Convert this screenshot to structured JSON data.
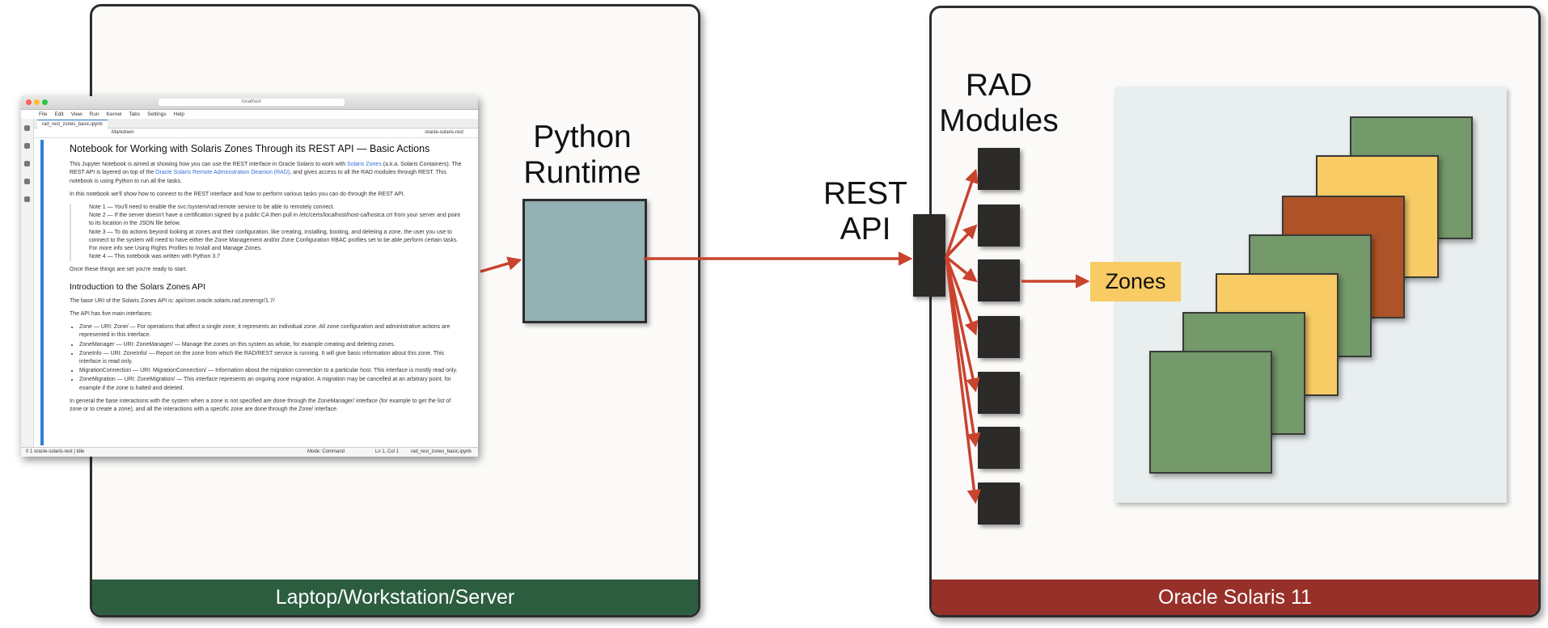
{
  "left_box": {
    "footer": "Laptop/Workstation/Server",
    "footer_color": "#2c5d3f"
  },
  "right_box": {
    "footer": "Oracle Solaris 11",
    "footer_color": "#98302a"
  },
  "python_runtime": {
    "line1": "Python",
    "line2": "Runtime"
  },
  "rest_api": {
    "line1": "REST",
    "line2": "API"
  },
  "rad_modules": {
    "line1": "RAD",
    "line2": "Modules",
    "count": 7
  },
  "zones_label": "Zones",
  "colors": {
    "arrow": "#c9432f",
    "zone_green": "#74996a",
    "zone_yellow": "#f8cb64",
    "zone_orange": "#ad5327",
    "runtime": "#94b1b3"
  },
  "zone_stack": [
    "green",
    "yellow",
    "orange",
    "green",
    "yellow",
    "green",
    "green"
  ],
  "notebook": {
    "address": "localhost",
    "menus": [
      "File",
      "Edit",
      "View",
      "Run",
      "Kernel",
      "Tabs",
      "Settings",
      "Help"
    ],
    "tab": "rad_rest_zones_basic.ipynb",
    "cell_type": "Markdown",
    "kernel": "oracle-solaris-rest",
    "title": "Notebook for Working with Solaris Zones Through its REST API — Basic Actions",
    "intro_1a": "This Jupyter Notebook is aimed at showing how you can use the REST interface in Oracle Solaris to work with ",
    "intro_1b": "Solaris Zones",
    "intro_1c": " (a.k.a. Solaris Containers). The REST API is layered on top of the ",
    "intro_1d": "Oracle Solaris Remote Administration Deamon (RAD)",
    "intro_1e": ", and gives access to all the RAD modules through REST. This notebook is using Python to run all the tasks.",
    "intro_2": "In this notebook we'll show how to connect to the REST interface and how to perform various tasks you can do through the REST API.",
    "note_1": "Note 1 — You'll need to enable the svc:/system/rad:remote service to be able to remotely connect.",
    "note_2": "Note 2 — If the server doesn't have a certification signed by a public CA then pull in /etc/certs/localhost/host-ca/hostca.crt from your server and point to its location in the JSON file below.",
    "note_3": "Note 3 — To do actions beyond looking at zones and their configuration, like creating, installing, booting, and deleting a zone, the user you use to connect to the system will need to have either the Zone Management and/or Zone Configuration RBAC profiles set to be able perform certain tasks. For more info see Using Rights Profiles to Install and Manage Zones.",
    "note_4": "Note 4 — This notebook was written with Python 3.7",
    "ready": "Once these things are set you're ready to start.",
    "section": "Introduction to the Solars Zones API",
    "base_uri": "The base URI of the Solaris Zones API is: api/com.oracle.solaris.rad.zonemgr/1.7/",
    "five": "The API has five main interfaces:",
    "items": [
      "Zone — URI: Zone/ — For operations that affect a single zone, it represents an individual zone. All zone configuration and administrative actions are represented in this interface.",
      "ZoneManager — URI: ZoneManager/ — Manage the zones on this system as whole, for example creating and deleting zones.",
      "ZoneInfo — URI: ZoneInfo/ — Report on the zone from which the RAD/REST service is running. It will give basic information about this zone. This interface is read only.",
      "MigrationConnection — URI: MigrationConnection/ — Information about the migration connection to a particular host. This interface is mostly read only.",
      "ZoneMigration — URI: ZoneMigration/ — This interface represents an ongoing zone migration. A migration may be cancelled at an arbitrary point, for example if the zone is halted and deleted."
    ],
    "closing": "In general the base interactions with the system when a zone is not specified are done through the ZoneManager/ interface (for example to get the list of zone or to create a zone), and all the interactions with a specific zone are done through the Zone/ interface.",
    "status_left": "0   1   oracle-solaris-rest | Idle",
    "status_mode": "Mode: Command",
    "status_pos": "Ln 1, Col 1",
    "status_file": "rad_rest_zones_basic.ipynb"
  }
}
